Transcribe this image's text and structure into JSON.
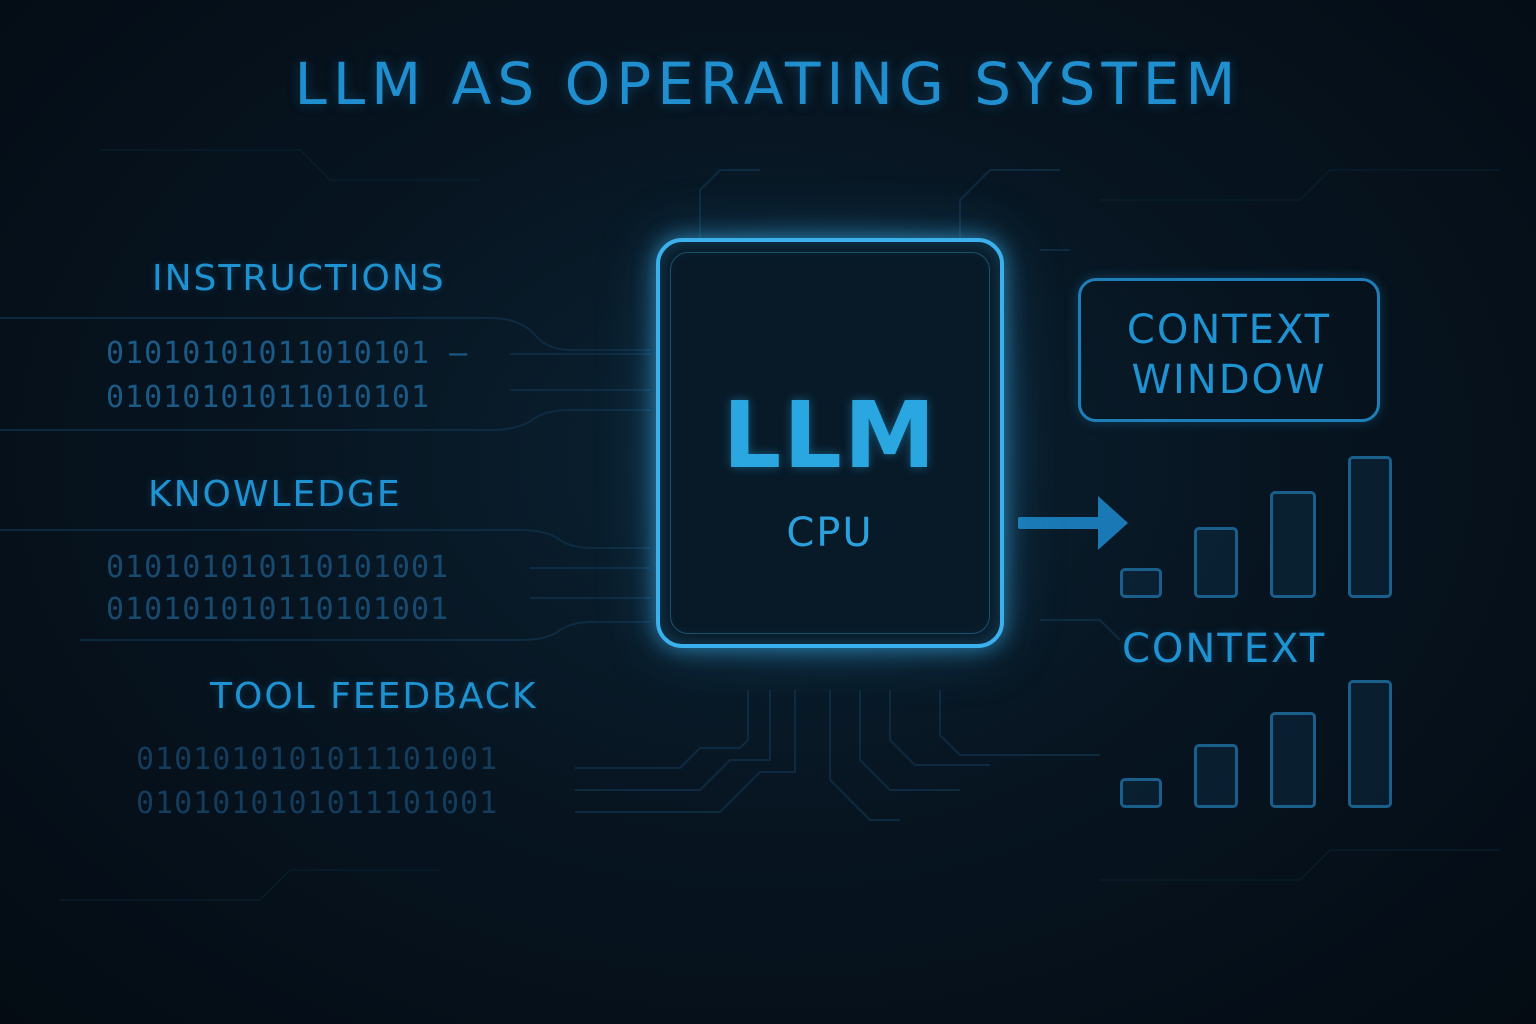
{
  "title": "LLM AS OPERATING SYSTEM",
  "inputs": [
    {
      "label": "INSTRUCTIONS",
      "binary": [
        "01010101011010101 –",
        "01010101011010101"
      ]
    },
    {
      "label": "KNOWLEDGE",
      "binary": [
        "010101010110101001",
        "010101010110101001"
      ]
    },
    {
      "label": "TOOL FEEDBACK",
      "binary": [
        "0101010101011101001",
        "0101010101011101001"
      ]
    }
  ],
  "cpu": {
    "title": "LLM",
    "subtitle": "CPU"
  },
  "context_window": {
    "label": "CONTEXT\nWINDOW"
  },
  "context": {
    "label": "CONTEXT"
  },
  "bar_groups": [
    {
      "name": "upper",
      "levels": [
        0.2,
        0.5,
        0.75,
        1.0
      ]
    },
    {
      "name": "lower",
      "levels": [
        0.2,
        0.5,
        0.75,
        1.0
      ]
    }
  ],
  "colors": {
    "background": "#06111c",
    "accent": "#1f92d2",
    "chip_border": "#3ab0ec",
    "trace": "#123a56",
    "bar_border": "#1a5f8c"
  }
}
